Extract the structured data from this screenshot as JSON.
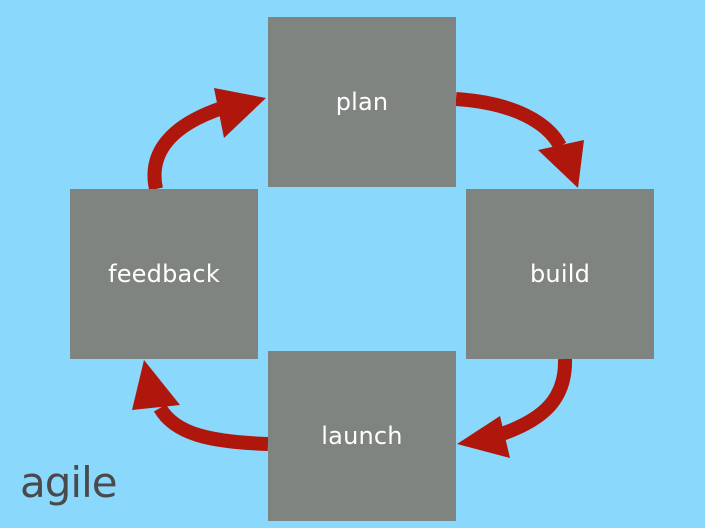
{
  "steps": {
    "plan": "plan",
    "build": "build",
    "launch": "launch",
    "feedback": "feedback"
  },
  "logo": "agile",
  "colors": {
    "background": "#8ad8fc",
    "box": "#7f8481",
    "arrow": "#b0170c",
    "text": "#ffffff",
    "logo": "#4a4a4c"
  }
}
